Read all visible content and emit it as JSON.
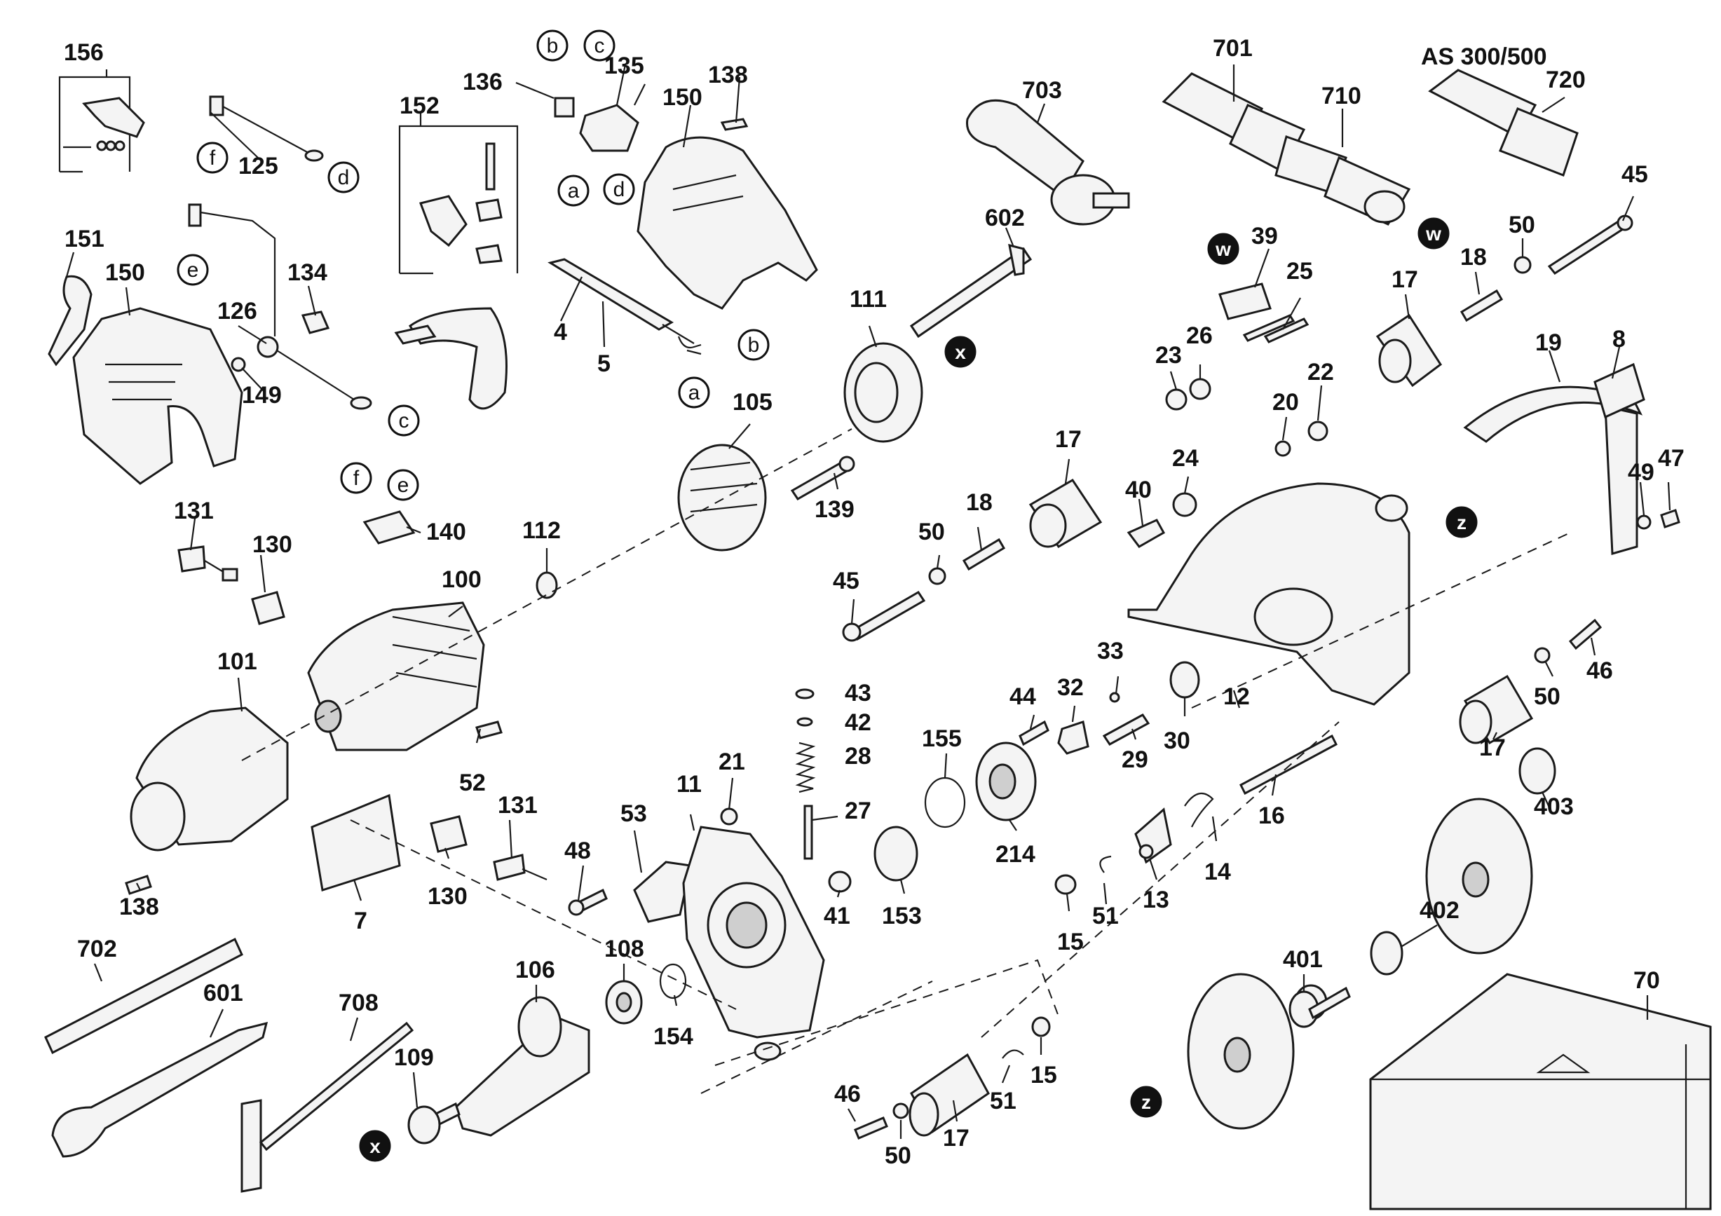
{
  "diagram": {
    "model_label": "AS 300/500",
    "part_numbers": [
      "156",
      "136",
      "135",
      "138",
      "152",
      "150",
      "125",
      "151",
      "150",
      "134",
      "126",
      "149",
      "4",
      "5",
      "703",
      "602",
      "701",
      "710",
      "720",
      "45",
      "39",
      "25",
      "17",
      "18",
      "50",
      "111",
      "23",
      "26",
      "20",
      "22",
      "19",
      "8",
      "105",
      "139",
      "17",
      "18",
      "40",
      "24",
      "49",
      "47",
      "131",
      "130",
      "140",
      "112",
      "100",
      "50",
      "45",
      "101",
      "33",
      "44",
      "32",
      "30",
      "29",
      "43",
      "42",
      "28",
      "155",
      "21",
      "11",
      "53",
      "52",
      "131",
      "48",
      "27",
      "214",
      "14",
      "16",
      "12",
      "17",
      "50",
      "46",
      "138",
      "130",
      "7",
      "41",
      "153",
      "15",
      "51",
      "13",
      "403",
      "402",
      "702",
      "601",
      "708",
      "106",
      "108",
      "154",
      "109",
      "401",
      "46",
      "50",
      "17",
      "51",
      "15",
      "70"
    ],
    "markers": [
      "b",
      "c",
      "f",
      "d",
      "a",
      "d",
      "e",
      "b",
      "a",
      "c",
      "f",
      "e",
      "w",
      "x",
      "z",
      "w",
      "x",
      "z"
    ]
  }
}
